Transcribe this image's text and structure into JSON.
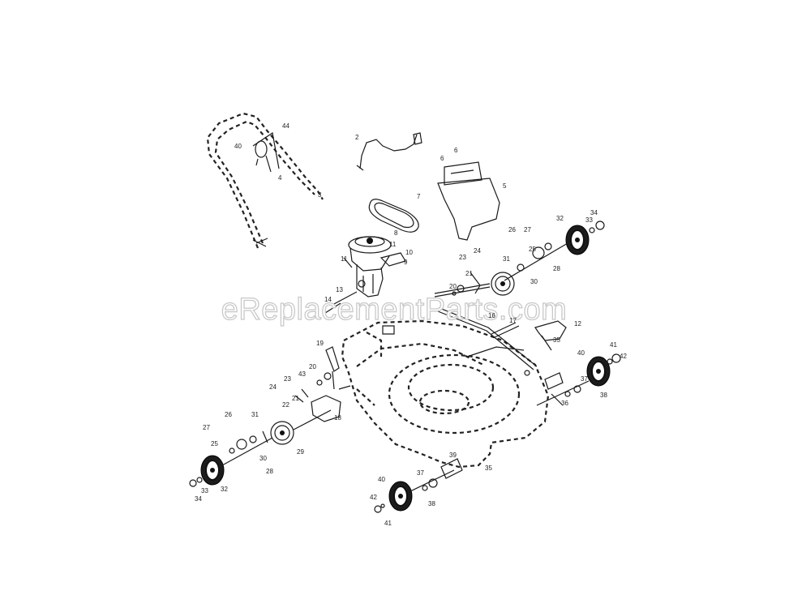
{
  "watermark": "eReplacementParts.com",
  "callouts": [
    {
      "id": "c44a",
      "text": "44"
    },
    {
      "id": "c40",
      "text": "40"
    },
    {
      "id": "c4",
      "text": "4"
    },
    {
      "id": "c3",
      "text": "3"
    },
    {
      "id": "c2",
      "text": "2"
    },
    {
      "id": "c6a",
      "text": "6"
    },
    {
      "id": "c6b",
      "text": "6"
    },
    {
      "id": "c5",
      "text": "5"
    },
    {
      "id": "c7",
      "text": "7"
    },
    {
      "id": "c8",
      "text": "8"
    },
    {
      "id": "c11a",
      "text": "11"
    },
    {
      "id": "c11b",
      "text": "11"
    },
    {
      "id": "c10",
      "text": "10"
    },
    {
      "id": "c9",
      "text": "9"
    },
    {
      "id": "c13",
      "text": "13"
    },
    {
      "id": "c14",
      "text": "14"
    },
    {
      "id": "c32a",
      "text": "32"
    },
    {
      "id": "c34a",
      "text": "34"
    },
    {
      "id": "c33a",
      "text": "33"
    },
    {
      "id": "c26a",
      "text": "26"
    },
    {
      "id": "c27a",
      "text": "27"
    },
    {
      "id": "c25a",
      "text": "25"
    },
    {
      "id": "c28a",
      "text": "28"
    },
    {
      "id": "c24a",
      "text": "24"
    },
    {
      "id": "c23a",
      "text": "23"
    },
    {
      "id": "c31a",
      "text": "31"
    },
    {
      "id": "c30a",
      "text": "30"
    },
    {
      "id": "c21a",
      "text": "21"
    },
    {
      "id": "c20a",
      "text": "20"
    },
    {
      "id": "c16",
      "text": "16"
    },
    {
      "id": "c17",
      "text": "17"
    },
    {
      "id": "c12",
      "text": "12"
    },
    {
      "id": "c35a",
      "text": "35"
    },
    {
      "id": "c41a",
      "text": "41"
    },
    {
      "id": "c42a",
      "text": "42"
    },
    {
      "id": "c40b",
      "text": "40"
    },
    {
      "id": "c37a",
      "text": "37"
    },
    {
      "id": "c38a",
      "text": "38"
    },
    {
      "id": "c36",
      "text": "36"
    },
    {
      "id": "c19",
      "text": "19"
    },
    {
      "id": "c20b",
      "text": "20"
    },
    {
      "id": "c43",
      "text": "43"
    },
    {
      "id": "c23b",
      "text": "23"
    },
    {
      "id": "c24b",
      "text": "24"
    },
    {
      "id": "c22",
      "text": "22"
    },
    {
      "id": "c21b",
      "text": "21"
    },
    {
      "id": "c18",
      "text": "18"
    },
    {
      "id": "c27b",
      "text": "27"
    },
    {
      "id": "c26b",
      "text": "26"
    },
    {
      "id": "c31b",
      "text": "31"
    },
    {
      "id": "c25b",
      "text": "25"
    },
    {
      "id": "c30b",
      "text": "30"
    },
    {
      "id": "c29",
      "text": "29"
    },
    {
      "id": "c28b",
      "text": "28"
    },
    {
      "id": "c32b",
      "text": "32"
    },
    {
      "id": "c33b",
      "text": "33"
    },
    {
      "id": "c34b",
      "text": "34"
    },
    {
      "id": "c35b",
      "text": "35"
    },
    {
      "id": "c39",
      "text": "39"
    },
    {
      "id": "c37b",
      "text": "37"
    },
    {
      "id": "c40c",
      "text": "40"
    },
    {
      "id": "c42b",
      "text": "42"
    },
    {
      "id": "c38b",
      "text": "38"
    },
    {
      "id": "c41b",
      "text": "41"
    }
  ]
}
